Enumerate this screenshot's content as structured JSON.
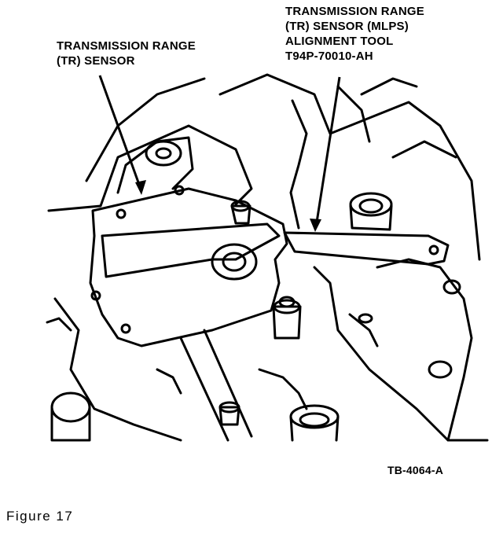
{
  "callouts": {
    "tr_sensor": {
      "lines": [
        "TRANSMISSION RANGE",
        "(TR) SENSOR"
      ]
    },
    "alignment_tool": {
      "lines": [
        "TRANSMISSION RANGE",
        "(TR) SENSOR (MLPS)",
        "ALIGNMENT TOOL",
        "T94P-70010-AH"
      ]
    }
  },
  "drawing_number": "TB-4064-A",
  "figure_caption": "Figure 17"
}
